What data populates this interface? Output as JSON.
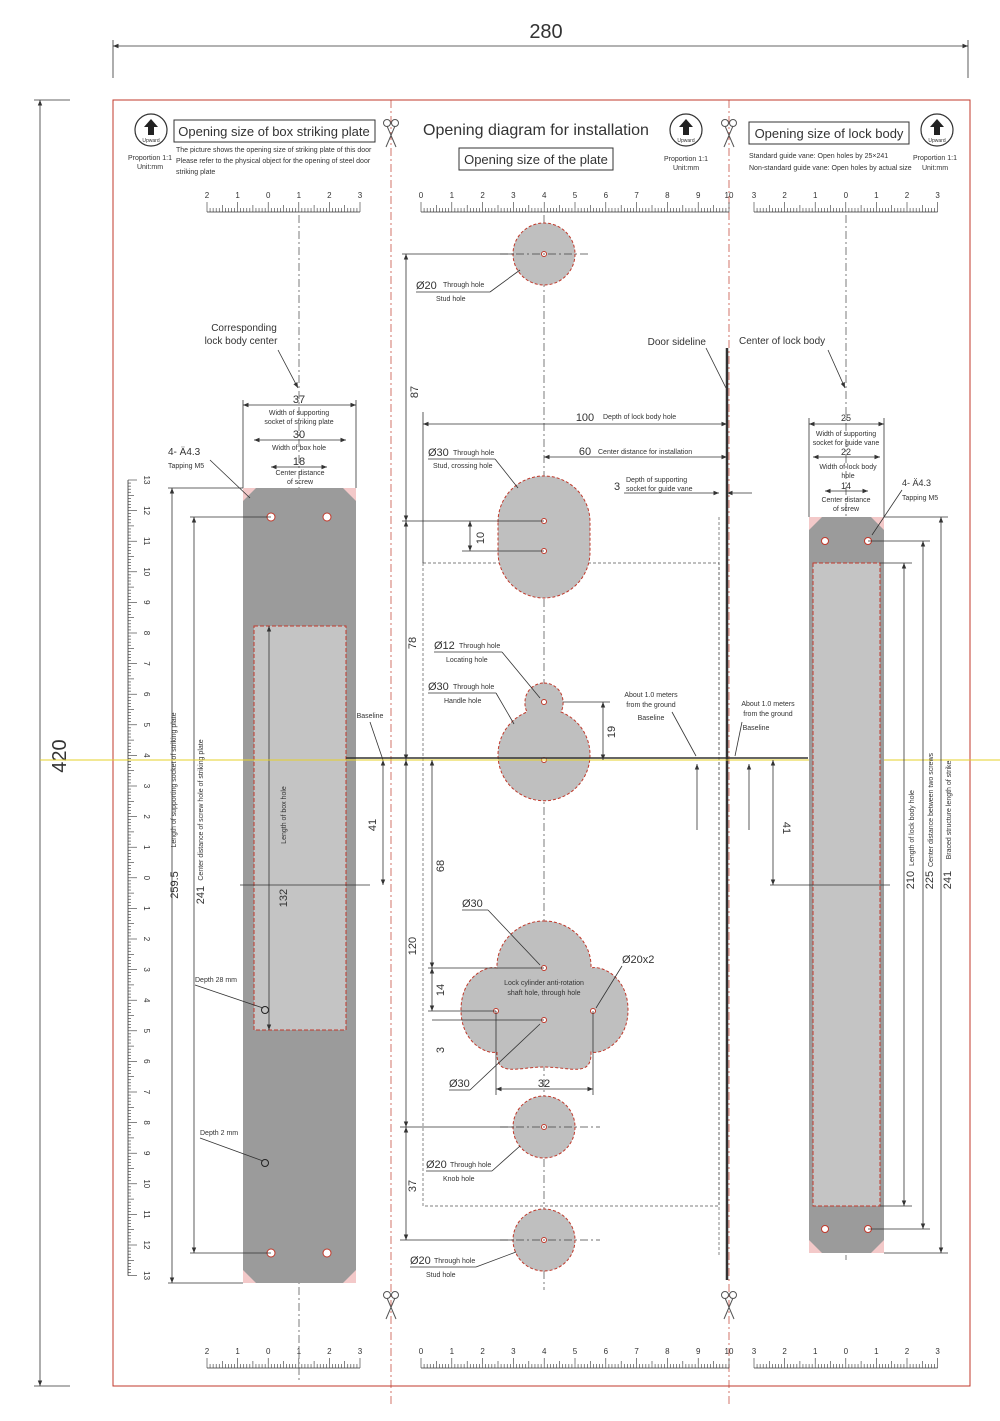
{
  "dims": {
    "width": "280",
    "height": "420"
  },
  "panels": {
    "box": {
      "title": "Opening size of box striking plate",
      "note1": "The picture shows the opening size of striking plate of this door",
      "note2": "Please refer to the physical object for the opening of steel door",
      "note3": "striking plate",
      "proportion": "Proportion 1:1",
      "unit": "Unit:mm",
      "upward": "Upward"
    },
    "center": {
      "title": "Opening diagram for installation",
      "subtitle": "Opening size of the plate",
      "proportion": "Proportion 1:1",
      "unit": "Unit:mm",
      "upward": "Upward"
    },
    "lock": {
      "title": "Opening size of lock body",
      "note1": "Standard guide vane: Open holes by 25×241",
      "note2": "Non-standard guide vane: Open holes by actual size",
      "proportion": "Proportion 1:1",
      "unit": "Unit:mm",
      "upward": "Upward"
    }
  },
  "rulers": {
    "left_top": [
      "2",
      "1",
      "0",
      "1",
      "2",
      "3"
    ],
    "center_top": [
      "0",
      "1",
      "2",
      "3",
      "4",
      "5",
      "6",
      "7",
      "8",
      "9",
      "10"
    ],
    "right_top": [
      "3",
      "2",
      "1",
      "0",
      "1",
      "2",
      "3"
    ],
    "vertical": [
      "13",
      "12",
      "11",
      "10",
      "9",
      "8",
      "7",
      "6",
      "5",
      "4",
      "3",
      "2",
      "1",
      "0",
      "1",
      "2",
      "3",
      "4",
      "5",
      "6",
      "7",
      "8",
      "9",
      "10",
      "11",
      "12",
      "13"
    ]
  },
  "left_labels": {
    "corr": "Corresponding",
    "corr2": "lock body center",
    "d37": "37",
    "w_socket1": "Width of supporting",
    "w_socket2": "socket of striking plate",
    "d30": "30",
    "w_box": "Width of box hole",
    "d18": "18",
    "cd1": "Center distance",
    "cd2": "of screw",
    "tap": "4- Ä4.3",
    "tap2": "Tapping M5",
    "d2595": "259.5",
    "len_socket": "Length of supporting socket of striking plate",
    "d241": "241",
    "cd_screw": "Center distance of screw hole of striking plate",
    "d132": "132",
    "len_box": "Length of box hole",
    "depth28": "Depth 28 mm",
    "depth2": "Depth 2 mm",
    "baseline": "Baseline",
    "d41": "41"
  },
  "center_labels": {
    "h20a": "Ø20",
    "th": "Through hole",
    "stud": "Stud hole",
    "d87": "87",
    "d100": "100",
    "depth_lock": "Depth of lock body hole",
    "h30a": "Ø30",
    "stud_cross": "Stud, crossing hole",
    "d60": "60",
    "cdi": "Center distance for installation",
    "d3": "3",
    "dsg1": "Depth of supporting",
    "dsg2": "socket for guide vane",
    "d10": "10",
    "d78": "78",
    "h12": "Ø12",
    "locating": "Locating hole",
    "h30b": "Ø30",
    "handle": "Handle hole",
    "about1": "About 1.0 meters",
    "about2": "from the ground",
    "baseline": "Baseline",
    "d19": "19",
    "d68": "68",
    "d120": "120",
    "h30c": "Ø30",
    "h20x2": "Ø20x2",
    "d14": "14",
    "lc1": "Lock cylinder anti-rotation",
    "lc2": "shaft hole, through hole",
    "d3b": "3",
    "h30d": "Ø30",
    "d32": "32",
    "h20b": "Ø20",
    "knob": "Knob hole",
    "d37": "37",
    "h20c": "Ø20",
    "door": "Door sideline",
    "center_lock": "Center of lock body"
  },
  "right_labels": {
    "d25": "25",
    "ws1": "Width of supporting",
    "ws2": "socket for guide vane",
    "d22": "22",
    "wl1": "Width of lock body",
    "wl2": "hole",
    "d14": "14",
    "cd1": "Center distance",
    "cd2": "of screw",
    "tap": "4- Ä4.3",
    "tap2": "Tapping M5",
    "about1": "About 1.0 meters",
    "about2": "from the ground",
    "baseline": "Baseline",
    "d41": "41",
    "d210": "210",
    "len_lock": "Length of lock body hole",
    "d225": "225",
    "cd_two": "Center distance between two screws",
    "d241": "241",
    "braced": "Braced structure length of strike"
  }
}
